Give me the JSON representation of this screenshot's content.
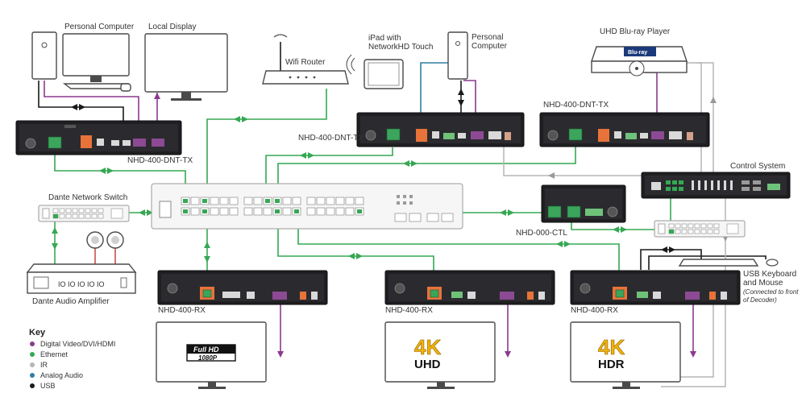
{
  "labels": {
    "personal_computer_1": "Personal Computer",
    "local_display": "Local Display",
    "wifi_router": "Wifi Router",
    "ipad_line1": "iPad with",
    "ipad_line2": "NetworkHD Touch",
    "personal_computer_2_line1": "Personal",
    "personal_computer_2_line2": "Computer",
    "uhd_bluray": "UHD Blu-ray Player",
    "tx_1": "NHD-400-DNT-TX",
    "tx_2": "NHD-400-DNT-TX",
    "tx_3": "NHD-400-DNT-TX",
    "control_system": "Control System",
    "dante_switch": "Dante Network Switch",
    "ctl": "NHD-000-CTL",
    "dante_amp": "Dante Audio Amplifier",
    "rx_1": "NHD-400-RX",
    "rx_2": "NHD-400-RX",
    "rx_3": "NHD-400-RX",
    "usb_kbd_line1": "USB Keyboard",
    "usb_kbd_line2": "and Mouse",
    "usb_kbd_note1": "(Connected to front",
    "usb_kbd_note2": "of Decoder)"
  },
  "screens": {
    "screen_1_line1": "Full HD",
    "screen_1_line2": "1080P",
    "screen_2_big": "4K",
    "screen_2_small": "UHD",
    "screen_3_big": "4K",
    "screen_3_small": "HDR"
  },
  "key": {
    "title": "Key",
    "items": [
      {
        "label": "Digital Video/DVI/HDMI",
        "color": "#8b3a8f"
      },
      {
        "label": "Ethernet",
        "color": "#35a853"
      },
      {
        "label": "IR",
        "color": "#b5b5b5"
      },
      {
        "label": "Analog Audio",
        "color": "#2e7ea2"
      },
      {
        "label": "USB",
        "color": "#1a1a1a"
      }
    ]
  },
  "colors": {
    "ethernet": "#35a853",
    "video": "#8b3a8f",
    "ir": "#b5b5b5",
    "analog_audio": "#2e7ea2",
    "usb": "#1a1a1a",
    "device_body": "#1f1f22"
  }
}
